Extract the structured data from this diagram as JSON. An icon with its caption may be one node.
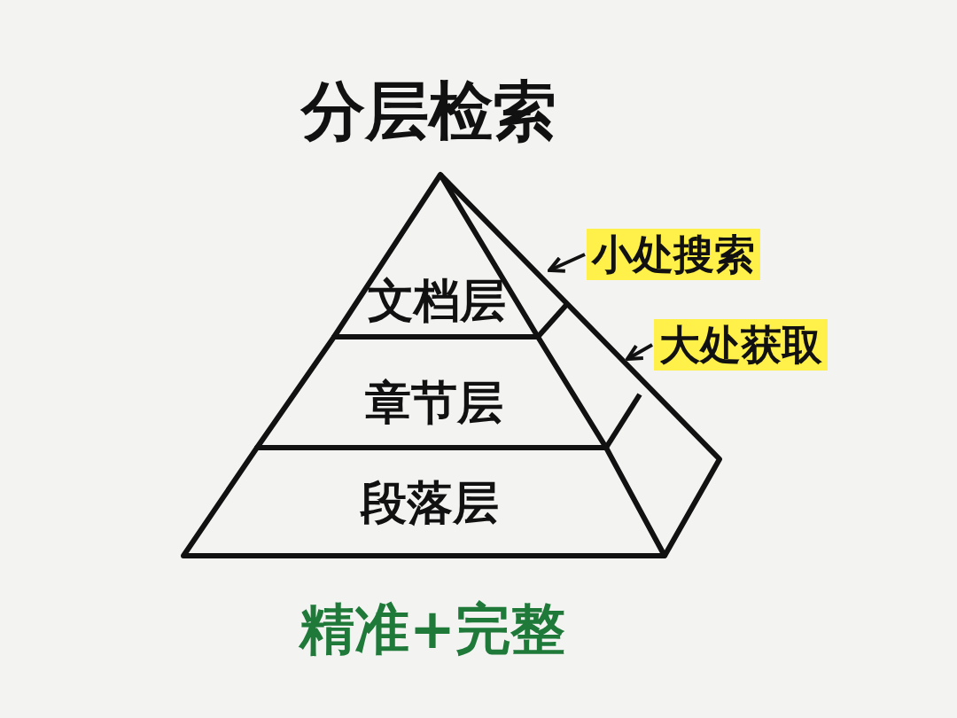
{
  "diagram": {
    "title": "分层检索",
    "nodes": [
      {
        "text": [
          "文档层"
        ]
      },
      {
        "text": [
          "章节层"
        ]
      },
      {
        "text": [
          "段落层"
        ]
      },
      {
        "text": [
          "小处搜索"
        ]
      },
      {
        "text": [
          "大处获取"
        ]
      }
    ],
    "edges": [
      {
        "from": 3,
        "to": null,
        "arrow": "to"
      },
      {
        "from": 4,
        "to": null,
        "arrow": "to"
      }
    ],
    "caption": "精准+完整"
  }
}
